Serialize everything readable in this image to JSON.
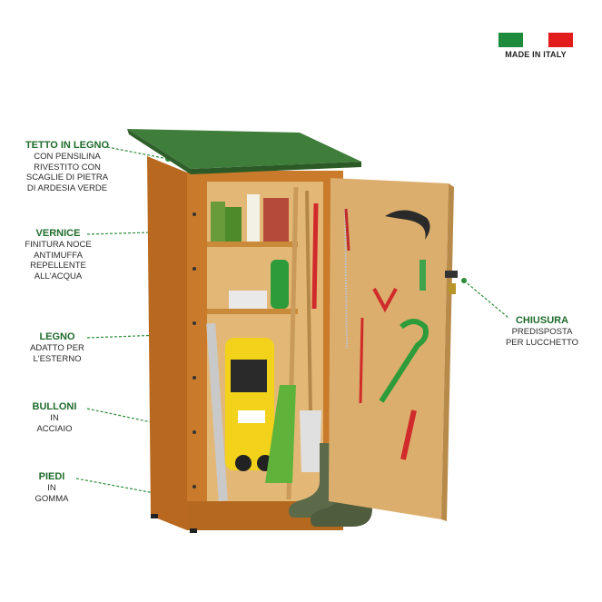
{
  "flag": {
    "colors": [
      "#1e8a3c",
      "#ffffff",
      "#e21b1b"
    ],
    "caption": "MADE IN ITALY"
  },
  "features": [
    {
      "title": "TETTO IN LEGNO",
      "desc": [
        "CON PENSILINA",
        "RIVESTITO CON",
        "SCAGLIE DI PIETRA",
        "DI ARDESIA VERDE"
      ]
    },
    {
      "title": "VERNICE",
      "desc": [
        "FINITURA NOCE",
        "ANTIMUFFA",
        "REPELLENTE",
        "ALL'ACQUA"
      ]
    },
    {
      "title": "LEGNO",
      "desc": [
        "ADATTO PER",
        "L'ESTERNO"
      ]
    },
    {
      "title": "BULLONI",
      "desc": [
        "IN",
        "ACCIAIO"
      ]
    },
    {
      "title": "PIEDI",
      "desc": [
        "IN",
        "GOMMA"
      ]
    },
    {
      "title": "CHIUSURA",
      "desc": [
        "PREDISPOSTA",
        "PER LUCCHETTO"
      ]
    }
  ],
  "colors": {
    "label_title": "#1f6b2b",
    "roof": "#3f7d3a",
    "wood": "#c97a2a",
    "wood_dark": "#9a5a1c",
    "interior": "#e3b877",
    "door": "#dcae6d",
    "leader_line": "#2e8b3a"
  }
}
